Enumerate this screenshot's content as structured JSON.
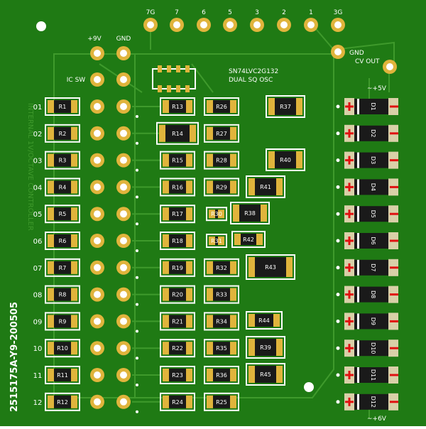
{
  "board": {
    "colors": {
      "board_bg": "#1f7a14",
      "trace": "#3f9a2c",
      "pad_gold": "#e0b43c",
      "silk": "#ffffff",
      "chip_body": "#1a1a1a",
      "diode_pad": "#d9d0a8",
      "diode_mark": "#e01010"
    },
    "top_pins": [
      "7G",
      "7",
      "6",
      "5",
      "3",
      "2",
      "1",
      "3G"
    ],
    "power_labels": {
      "plus9v": "+9V",
      "gnd": "GND",
      "ic_sw": "IC SW"
    },
    "gnd_right": "GND",
    "cv_out": "CV OUT",
    "ic_label_line1": "SN74LVC2G132",
    "ic_label_line2": "DUAL SQ OSC",
    "side_title": "INTERNAL 1V/OCTAVE CONTROLLER",
    "board_id": "2515175A-Y9-200505",
    "plus5v": "~+5V",
    "plus6v": "~+6V",
    "row_numbers": [
      "01",
      "02",
      "03",
      "04",
      "05",
      "06",
      "07",
      "08",
      "09",
      "10",
      "11",
      "12"
    ],
    "r_left": [
      "R1",
      "R2",
      "R3",
      "R4",
      "R5",
      "R6",
      "R7",
      "R8",
      "R9",
      "R10",
      "R11",
      "R12"
    ],
    "r_mid": [
      "R13",
      "R14",
      "R15",
      "R16",
      "R17",
      "R18",
      "R19",
      "R20",
      "R21",
      "R22",
      "R23",
      "R24"
    ],
    "r_right": [
      "R26",
      "R27",
      "R28",
      "R29",
      "R30",
      "R31",
      "R32",
      "R33",
      "R34",
      "R35",
      "R36",
      "R25"
    ],
    "r_extra": [
      "R37",
      "R40",
      "R41",
      "R38",
      "R42",
      "R43",
      "R44",
      "R39",
      "R45"
    ],
    "diodes": [
      "D1",
      "D2",
      "D3",
      "D4",
      "D5",
      "D6",
      "D7",
      "D8",
      "D9",
      "D10",
      "D11",
      "D12"
    ]
  }
}
